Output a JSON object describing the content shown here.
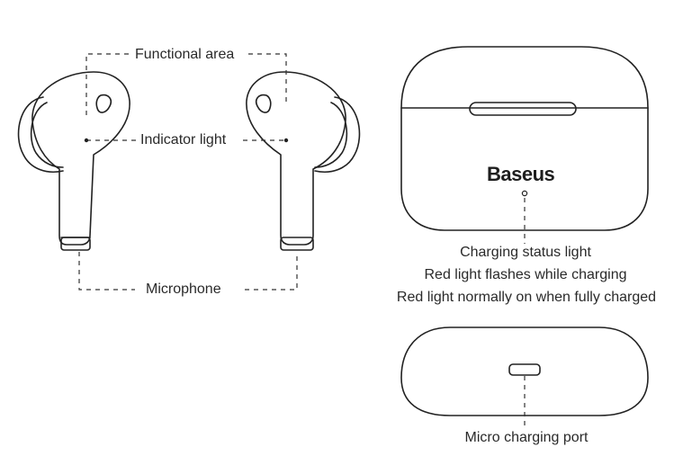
{
  "labels": {
    "functional_area": "Functional area",
    "indicator_light": "Indicator light",
    "microphone": "Microphone",
    "brand": "Baseus",
    "charging_status_light": "Charging status light",
    "red_flashes": "Red light flashes while charging",
    "red_on": "Red light normally on when fully charged",
    "micro_port": "Micro charging port"
  },
  "colors": {
    "stroke": "#222222",
    "text": "#2a2a2a"
  }
}
